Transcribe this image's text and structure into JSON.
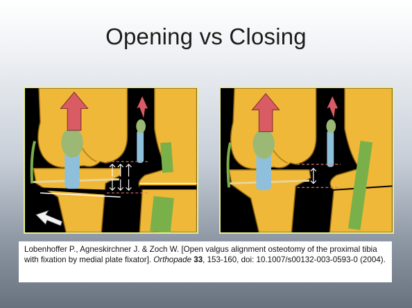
{
  "slide": {
    "title": "Opening vs Closing",
    "citation": {
      "authors": "Lobenhoffer P., Agneskirchner J. & Zoch W. ",
      "article_title": "[Open valgus alignment osteotomy of the proximal tibia with fixation by medial plate fixator]. ",
      "journal": "Orthopade",
      "volume": "33",
      "pages_doi_year": ", 153-160, doi: 10.1007/s00132-003-0593-0 (2004)."
    }
  },
  "figures": [
    {
      "name": "opening-wedge-figure",
      "description_hidden": ""
    },
    {
      "name": "closing-wedge-figure",
      "description_hidden": ""
    }
  ],
  "colors": {
    "bone": "#f0b838",
    "bone_shade": "#b88620",
    "ligament_blue": "#8ec0dc",
    "ligament_green": "#7ab04a",
    "arrow_red": "#d95b63",
    "frame": "#e9f08a"
  }
}
